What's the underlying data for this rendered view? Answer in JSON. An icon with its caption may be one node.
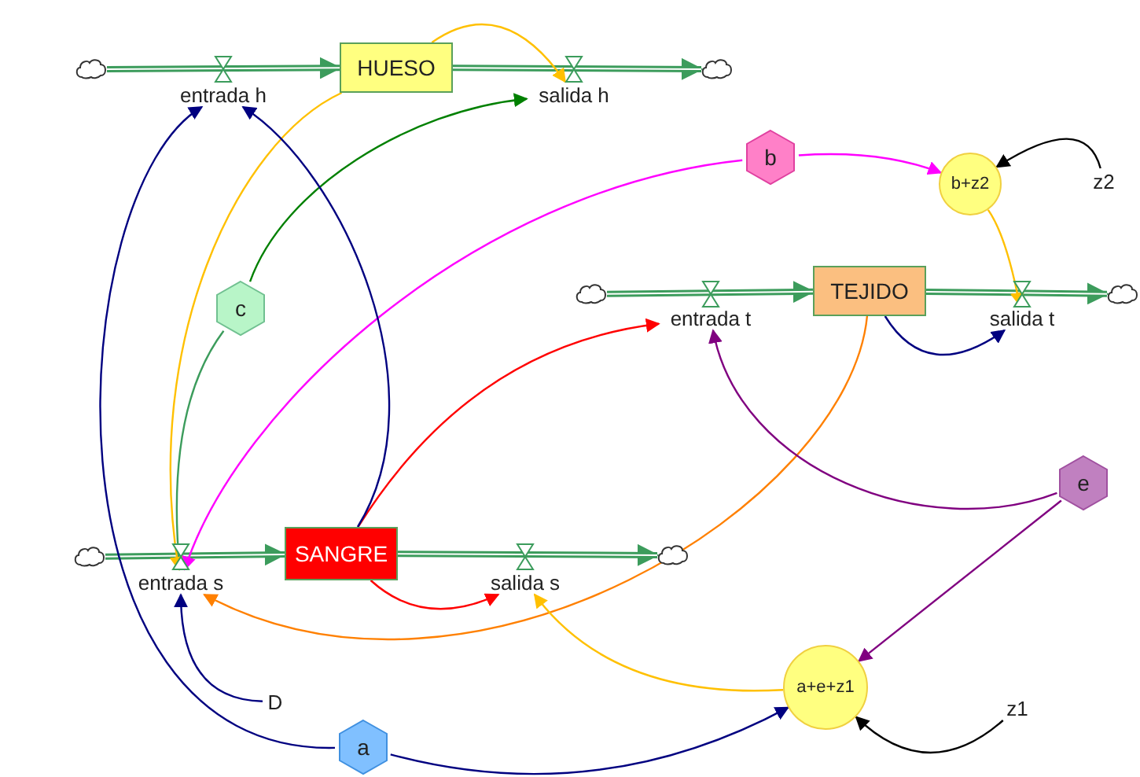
{
  "diagram": {
    "nodes": [
      {
        "text": [],
        "shape": "cloud"
      },
      {
        "text": [
          "entrada h"
        ]
      },
      {
        "text": [
          "HUESO"
        ]
      },
      {
        "text": [
          "salida h"
        ]
      },
      {
        "text": [],
        "shape": "cloud"
      },
      {
        "text": [
          "b"
        ]
      },
      {
        "text": [
          "b+z2"
        ]
      },
      {
        "text": [
          "z2"
        ]
      },
      {
        "text": [
          "c"
        ]
      },
      {
        "text": [],
        "shape": "cloud"
      },
      {
        "text": [
          "entrada t"
        ]
      },
      {
        "text": [
          "TEJIDO"
        ]
      },
      {
        "text": [
          "salida t"
        ]
      },
      {
        "text": [],
        "shape": "cloud"
      },
      {
        "text": [
          "e"
        ]
      },
      {
        "text": [],
        "shape": "cloud"
      },
      {
        "text": [
          "entrada s"
        ]
      },
      {
        "text": [
          "SANGRE"
        ]
      },
      {
        "text": [
          "salida s"
        ]
      },
      {
        "text": [],
        "shape": "cloud"
      },
      {
        "text": [
          "D"
        ]
      },
      {
        "text": [
          "a+e+z1"
        ]
      },
      {
        "text": [
          "z1"
        ]
      },
      {
        "text": [
          "a"
        ]
      }
    ],
    "edges": [
      {
        "from": 0,
        "to": 2,
        "arrow": "to",
        "style": "thick",
        "color": "#3c9c5c"
      },
      {
        "from": 2,
        "to": 4,
        "arrow": "to",
        "style": "thick",
        "color": "#3c9c5c"
      },
      {
        "from": 9,
        "to": 11,
        "arrow": "to",
        "style": "thick",
        "color": "#3c9c5c"
      },
      {
        "from": 11,
        "to": 13,
        "arrow": "to",
        "style": "thick",
        "color": "#3c9c5c"
      },
      {
        "from": 15,
        "to": 17,
        "arrow": "to",
        "style": "thick",
        "color": "#3c9c5c"
      },
      {
        "from": 17,
        "to": 19,
        "arrow": "to",
        "style": "thick",
        "color": "#3c9c5c"
      },
      {
        "from": 2,
        "to": 3,
        "arrow": "to",
        "color": "#ffc000"
      },
      {
        "from": 8,
        "to": 3,
        "arrow": "to",
        "color": "#008000"
      },
      {
        "from": 8,
        "to": 16,
        "arrow": "to",
        "color": "#3c9c5c"
      },
      {
        "from": 2,
        "to": 16,
        "arrow": "to",
        "color": "#ffc000"
      },
      {
        "from": 5,
        "to": 6,
        "arrow": "to",
        "color": "#ff00ff"
      },
      {
        "from": 5,
        "to": 16,
        "arrow": "to",
        "color": "#ff00ff"
      },
      {
        "from": 7,
        "to": 6,
        "arrow": "to",
        "color": "#000000"
      },
      {
        "from": 6,
        "to": 12,
        "arrow": "to",
        "color": "#ffc000"
      },
      {
        "from": 11,
        "to": 12,
        "arrow": "to",
        "color": "#000080"
      },
      {
        "from": 11,
        "to": 16,
        "arrow": "to",
        "color": "#ff8000"
      },
      {
        "from": 17,
        "to": 10,
        "arrow": "to",
        "color": "#ff0000"
      },
      {
        "from": 17,
        "to": 18,
        "arrow": "to",
        "color": "#ff0000"
      },
      {
        "from": 17,
        "to": 1,
        "arrow": "to",
        "color": "#000080"
      },
      {
        "from": 23,
        "to": 1,
        "arrow": "to",
        "color": "#000080"
      },
      {
        "from": 23,
        "to": 21,
        "arrow": "to",
        "color": "#000080"
      },
      {
        "from": 14,
        "to": 10,
        "arrow": "to",
        "color": "#800080"
      },
      {
        "from": 14,
        "to": 21,
        "arrow": "to",
        "color": "#800080"
      },
      {
        "from": 21,
        "to": 18,
        "arrow": "to",
        "color": "#ffc000"
      },
      {
        "from": 20,
        "to": 16,
        "arrow": "to",
        "color": "#000080"
      },
      {
        "from": 22,
        "to": 21,
        "arrow": "to",
        "color": "#000000"
      }
    ]
  }
}
